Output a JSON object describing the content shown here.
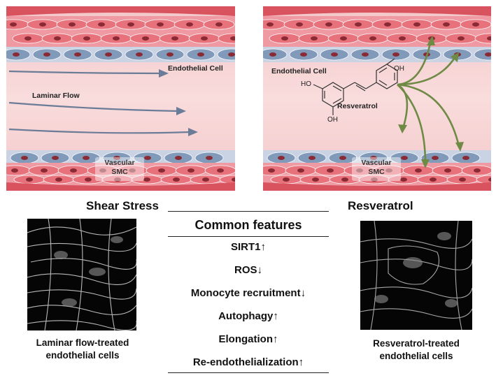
{
  "left_panel": {
    "endothelial_label": "Endothelial Cell",
    "flow_label": "Laminar Flow",
    "smc_label_line1": "Vascular",
    "smc_label_line2": "SMC",
    "title": "Shear Stress"
  },
  "right_panel": {
    "endothelial_label": "Endothelial Cell",
    "compound_label": "Resveratrol",
    "oh_top": "OH",
    "oh_left": "HO",
    "oh_bottom": "OH",
    "smc_label_line1": "Vascular",
    "smc_label_line2": "SMC",
    "title": "Resveratrol"
  },
  "common": {
    "heading": "Common features",
    "items": [
      "SIRT1↑",
      "ROS↓",
      "Monocyte recruitment↓",
      "Autophagy↑",
      "Elongation↑",
      "Re-endothelialization↑"
    ]
  },
  "left_caption": {
    "line1": "Laminar flow-treated",
    "line2": "endothelial cells"
  },
  "right_caption": {
    "line1": "Resveratrol-treated",
    "line2": "endothelial cells"
  },
  "colors": {
    "lumen": "#f7d3d4",
    "smc": "#e8707a",
    "endothelial": "#7e97b8",
    "nucleus": "#8a2a34",
    "flow_arrow": "#6a7c98",
    "effect_arrow": "#6f8a45"
  }
}
